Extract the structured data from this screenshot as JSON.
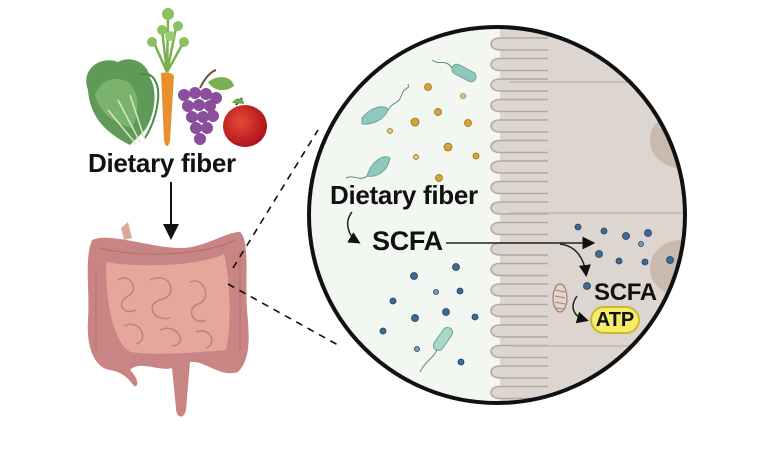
{
  "figure": {
    "left_panel": {
      "food_label": "Dietary fiber",
      "foods": [
        "leafy-greens",
        "carrot",
        "grapes",
        "apple"
      ],
      "organ": "intestine"
    },
    "zoom_panel": {
      "fiber_label": "Dietary fiber",
      "scfa_label_lumen": "SCFA",
      "scfa_label_cell": "SCFA",
      "atp_label": "ATP"
    },
    "colors": {
      "lumen": "#f3f7f2",
      "epithelium": "#ddd5cf",
      "villus_outline": "#b4a99f",
      "bacteria": "#8fc9bd",
      "fiber_particle": "#d4a43a",
      "scfa_particle": "#3d6a95",
      "atp_fill": "#f5ec6a",
      "intestine": "#c98583",
      "small_intestine": "#e3a79c"
    }
  }
}
